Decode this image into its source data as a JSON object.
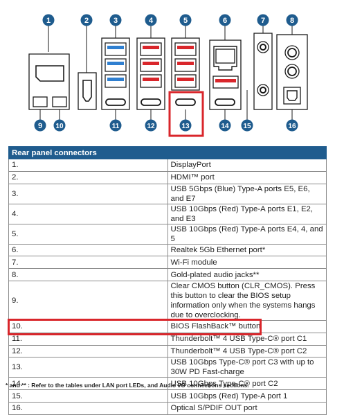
{
  "callouts": [
    "1",
    "2",
    "3",
    "4",
    "5",
    "6",
    "7",
    "8",
    "9",
    "10",
    "11",
    "12",
    "13",
    "14",
    "15",
    "16"
  ],
  "table": {
    "header": "Rear panel connectors",
    "rows": [
      {
        "num": "1.",
        "text": "DisplayPort"
      },
      {
        "num": "2.",
        "text": "HDMI™ port"
      },
      {
        "num": "3.",
        "text": "USB 5Gbps (Blue) Type-A ports E5, E6, and E7"
      },
      {
        "num": "4.",
        "text": "USB 10Gbps (Red) Type-A ports E1, E2, and E3"
      },
      {
        "num": "5.",
        "text": "USB 10Gbps (Red) Type-A ports E4, 4, and 5"
      },
      {
        "num": "6.",
        "text": "Realtek 5Gb Ethernet port*"
      },
      {
        "num": "7.",
        "text": "Wi-Fi module"
      },
      {
        "num": "8.",
        "text": "Gold-plated audio jacks**"
      },
      {
        "num": "9.",
        "text": "Clear CMOS button (CLR_CMOS). Press this button to clear the BIOS setup information only when the systems hangs due to overclocking."
      },
      {
        "num": "10.",
        "text": "BIOS FlashBack™ button"
      },
      {
        "num": "11.",
        "text": "Thunderbolt™ 4 USB Type-C® port C1"
      },
      {
        "num": "12.",
        "text": "Thunderbolt™ 4 USB Type-C® port C2"
      },
      {
        "num": "13.",
        "text": "USB 10Gbps Type-C® port C3 with up to 30W PD Fast-charge"
      },
      {
        "num": "14.",
        "text": "USB 10Gbps Type-C® port C2"
      },
      {
        "num": "15.",
        "text": "USB 10Gbps (Red) Type-A port 1"
      },
      {
        "num": "16.",
        "text": "Optical S/PDIF OUT port"
      }
    ]
  },
  "footnote": "* and ** : Refer to the tables under LAN port LEDs, and Audio I/O connections sections.",
  "colors": {
    "callout": "#1f5c8e",
    "highlight": "#d9262b",
    "usb_blue": "#2f7fd0",
    "usb_red": "#d9262b",
    "table_header": "#1f5c8e"
  }
}
